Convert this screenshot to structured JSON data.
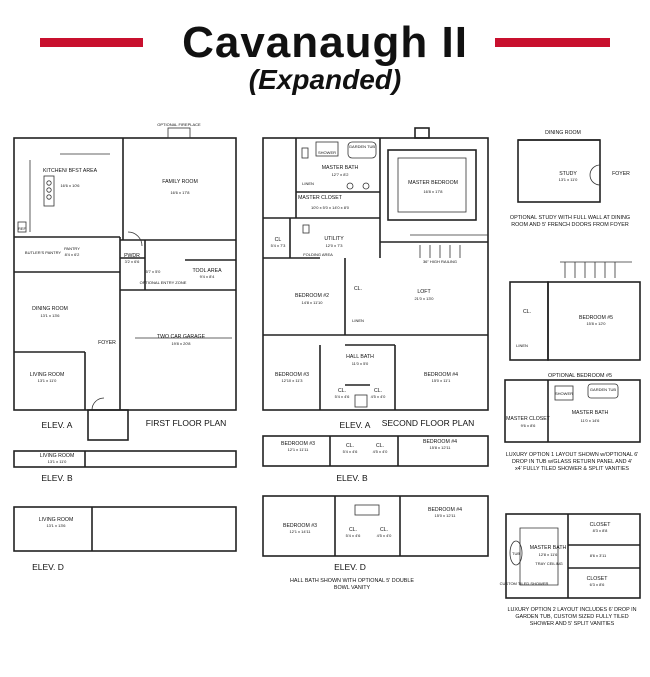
{
  "header": {
    "title": "Cavanaugh II",
    "subtitle": "(Expanded)"
  },
  "first_floor": {
    "caption": "FIRST FLOOR PLAN",
    "fireplace": "OPTIONAL FIREPLACE",
    "kitchen": {
      "name": "KITCHEN/ BFST AREA",
      "dim": "16'6 x 10'6"
    },
    "family": {
      "name": "FAMILY ROOM",
      "dim": "16'6 x 17'8"
    },
    "ref": "REF",
    "butlers": "BUTLER'S PANTRY",
    "pantry": {
      "name": "PANTRY",
      "dim": "8'4 x 6'2"
    },
    "pwdr": {
      "name": "PWDR",
      "dim": "3'2 x 6'6"
    },
    "closet_dim": "5'7 x 5'0",
    "optional_entry": "OPTIONAL ENTRY ZONE",
    "tool": {
      "name": "TOOL AREA",
      "dim": "9'4 x 8'4"
    },
    "dining": {
      "name": "DINING ROOM",
      "dim": "13'1 x 13'6"
    },
    "foyer": "FOYER",
    "garage": {
      "name": "TWO CAR GARAGE",
      "dim": "19'8 x 20'8"
    },
    "living": {
      "name": "LIVING ROOM",
      "dim": "13'1 x 11'0"
    },
    "elev_a": "ELEV. A",
    "elev_b": "ELEV. B",
    "elev_b_living": {
      "name": "LIVING ROOM",
      "dim": "13'1 x 11'0"
    },
    "elev_d": "ELEV. D",
    "elev_d_living": {
      "name": "LIVING ROOM",
      "dim": "13'1 x 13'6"
    }
  },
  "second_floor": {
    "caption": "SECOND FLOOR PLAN",
    "shower": "SHOWER",
    "garden_tub": "GARDEN TUB",
    "master_bath": {
      "name": "MASTER BATH",
      "dim": "12'7 x 8'2"
    },
    "linen": "LINEN",
    "master_bed": {
      "name": "MASTER BEDROOM",
      "dim": "16'8 x 17'8"
    },
    "master_closet": {
      "name": "MASTER CLOSET",
      "dim": "10'0 x 5'0 x 14'0 x 8'0"
    },
    "cl_small": {
      "name": "CL",
      "dim": "5'4 x 7'3"
    },
    "utility": {
      "name": "UTILITY",
      "dim": "12'0 x 7'3"
    },
    "folding": "FOLDING AREA",
    "rail": "36\" HIGH RAILING",
    "bed2": {
      "name": "BEDROOM #2",
      "dim": "14'8 x 11'10"
    },
    "cl": "CL.",
    "loft": {
      "name": "LOFT",
      "dim": "21'0 x 13'0"
    },
    "linen2": "LINEN",
    "hall_bath": {
      "name": "HALL BATH",
      "dim": "11'0 x 5'0"
    },
    "bed3": {
      "name": "BEDROOM #3",
      "dim": "12'10 x 11'3"
    },
    "bed4": {
      "name": "BEDROOM #4",
      "dim": "15'0 x 11'1"
    },
    "cl1": {
      "name": "CL.",
      "dim": "5'4 x 4'6"
    },
    "cl2": {
      "name": "CL.",
      "dim": "4'5 x 4'0"
    },
    "elev_a": "ELEV. A",
    "elev_b": "ELEV. B",
    "elev_b_bed3": {
      "name": "BEDROOM #3",
      "dim": "12'1 x 11'11"
    },
    "elev_b_bed4": {
      "name": "BEDROOM #4",
      "dim": "15'8 x 12'11"
    },
    "elev_b_cl1": {
      "name": "CL.",
      "dim": "5'4 x 4'6"
    },
    "elev_b_cl2": {
      "name": "CL.",
      "dim": "4'5 x 4'0"
    },
    "elev_d": "ELEV. D",
    "elev_d_bed3": {
      "name": "BEDROOM #3",
      "dim": "12'1 x 14'11"
    },
    "elev_d_bed4": {
      "name": "BEDROOM #4",
      "dim": "15'0 x 12'11"
    },
    "elev_d_cl1": {
      "name": "CL.",
      "dim": "5'4 x 4'6"
    },
    "elev_d_cl2": {
      "name": "CL.",
      "dim": "4'5 x 4'0"
    },
    "hall_bath_note": "HALL BATH SHOWN WITH OPTIONAL 5' DOUBLE BOWL VANITY"
  },
  "options": {
    "study": {
      "dining": "DINING ROOM",
      "name": "STUDY",
      "dim": "13'1 x 11'0",
      "foyer": "FOYER",
      "note": "OPTIONAL STUDY WITH FULL WALL AT DINING ROOM AND 5' FRENCH DOORS FROM FOYER"
    },
    "bed5": {
      "name": "BEDROOM #5",
      "dim": "15'8 x 12'0",
      "cl": "CL.",
      "linen": "LINEN",
      "caption": "OPTIONAL BEDROOM #5"
    },
    "lux1": {
      "garden_tub": "GARDEN TUB",
      "shower": "SHOWER",
      "closet": {
        "name": "MASTER CLOSET",
        "dim": "9'6 x 8'6"
      },
      "bath": {
        "name": "MASTER BATH",
        "dim": "11'0 x 14'6"
      },
      "note": "LUXURY OPTION 1 LAYOUT SHOWN w/OPTIONAL 6' DROP IN TUB w/GLASS RETURN PANEL AND 4' x4' FULLY TILED SHOWER & SPLIT VANITIES"
    },
    "lux2": {
      "closet1": {
        "name": "CLOSET",
        "dim": "8'3 x 8'8"
      },
      "bath": {
        "name": "MASTER BATH",
        "dim": "12'8 x 11'6"
      },
      "tray": "TRAY CEILING",
      "closet_dim_mid": "8'6 x 3'11",
      "closet2": {
        "name": "CLOSET",
        "dim": "6'3 x 8'6"
      },
      "tub": "TUB",
      "shower": "CUSTOM TILED SHOWER",
      "note": "LUXURY OPTION 2 LAYOUT INCLUDES 6' DROP IN GARDEN TUB, CUSTOM SIZED FULLY TILED SHOWER AND 5' SPLIT VANITIES"
    }
  }
}
